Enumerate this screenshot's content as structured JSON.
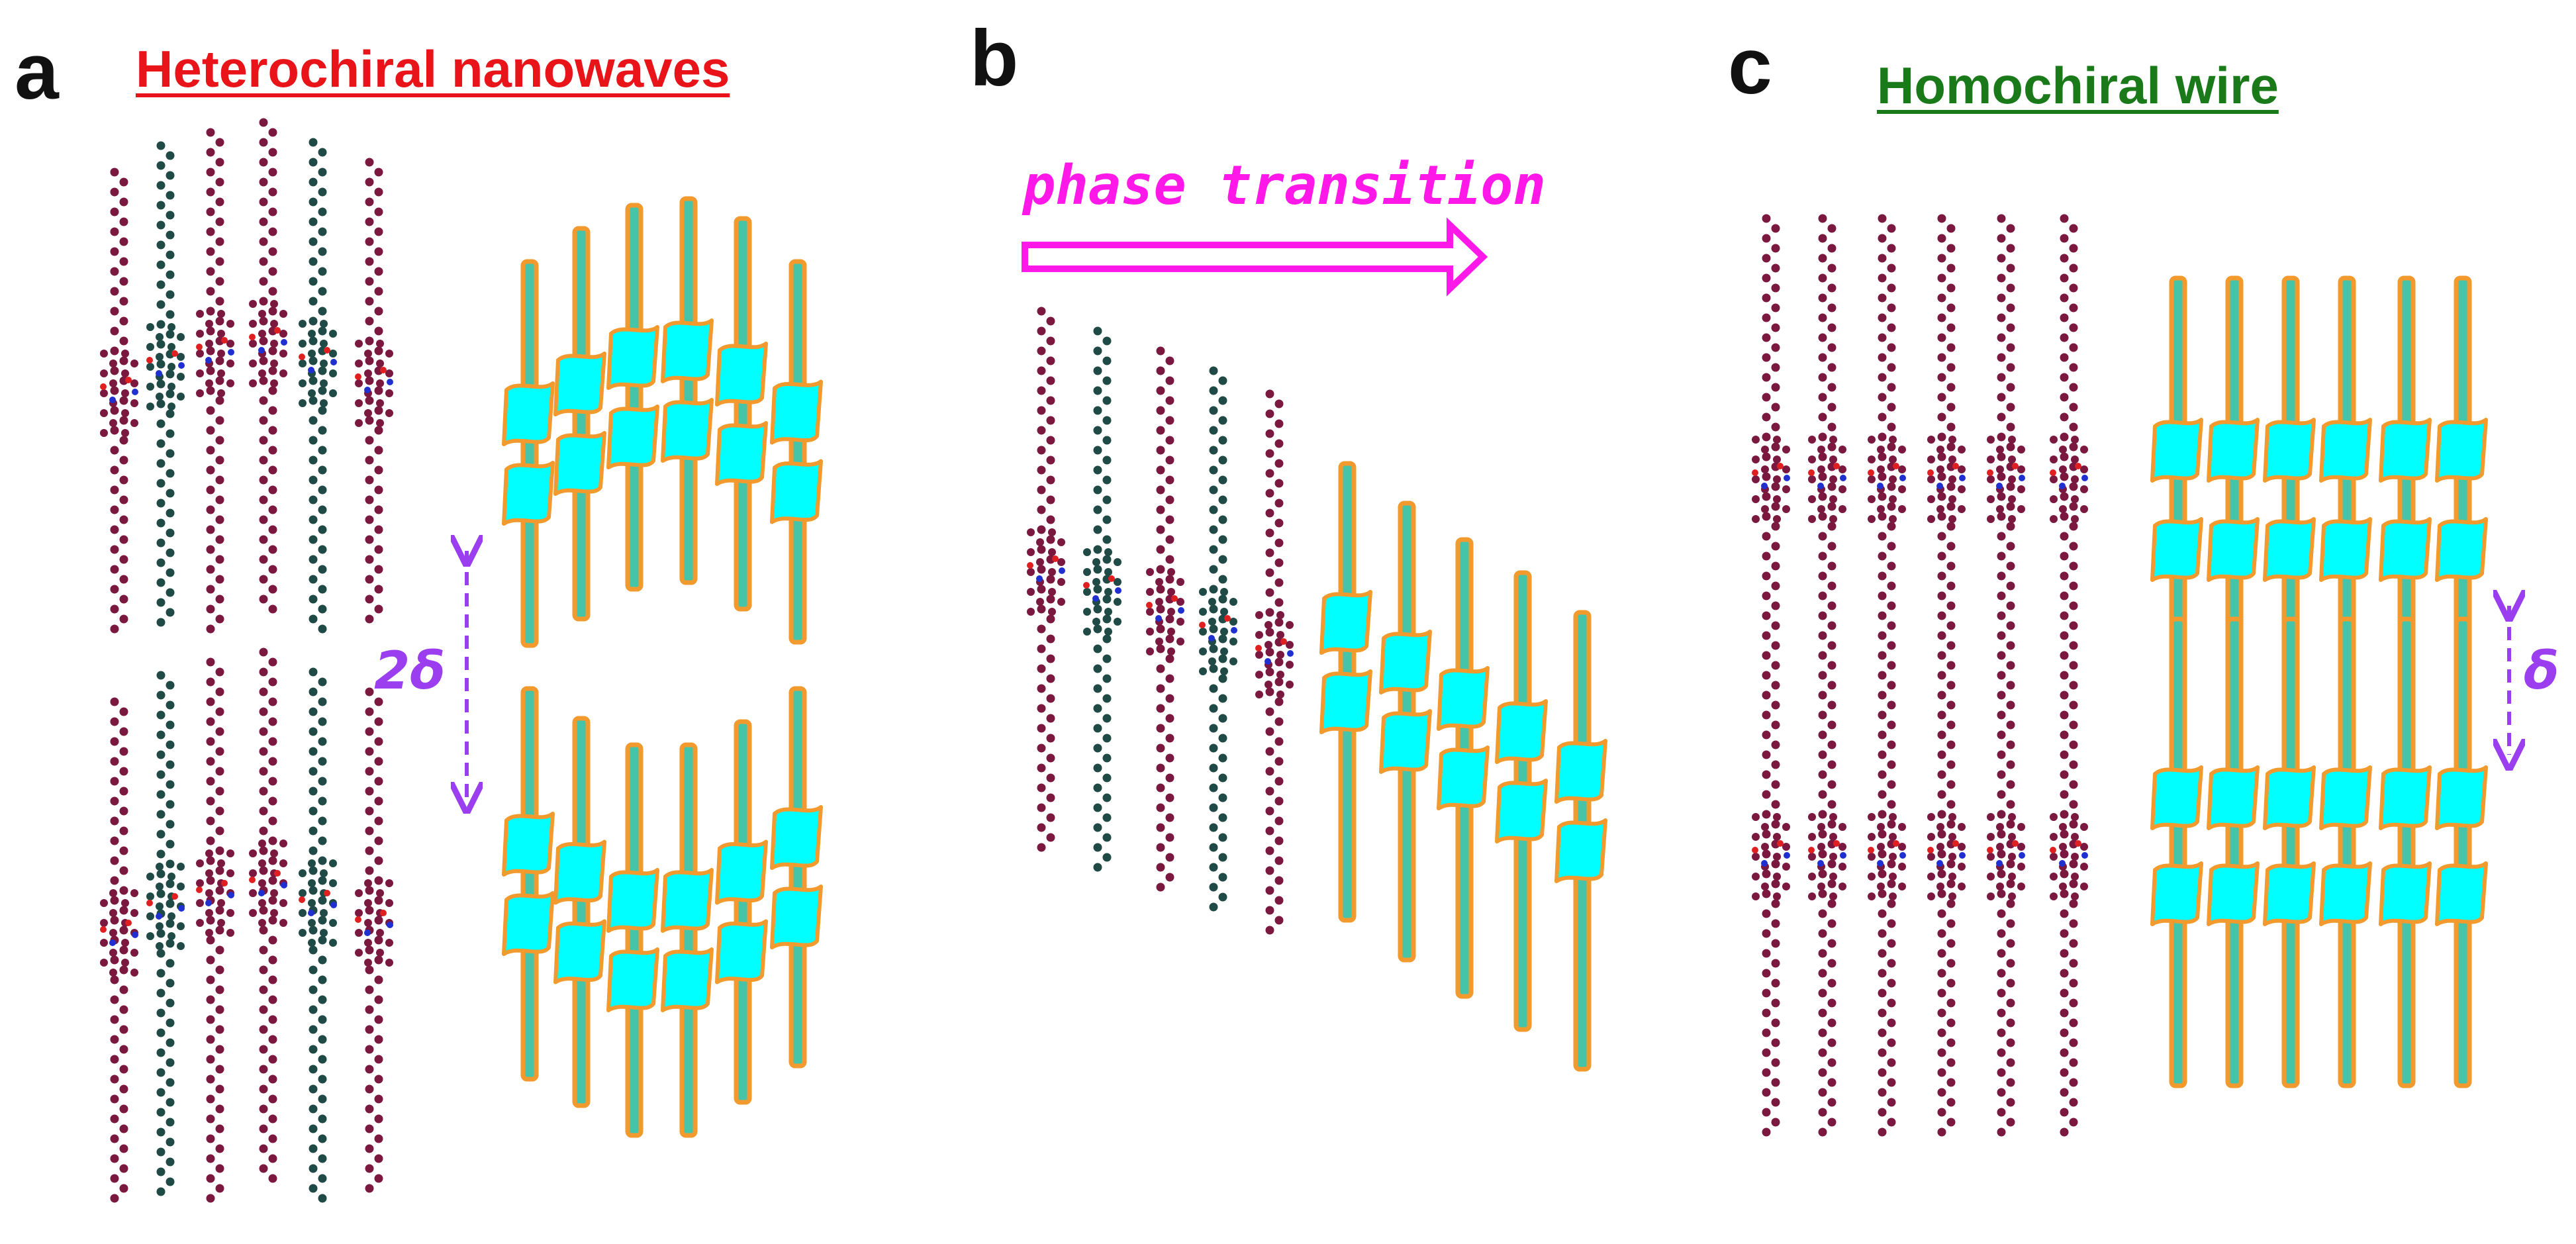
{
  "panels": {
    "a": {
      "letter": "a",
      "title": "Heterochiral nanowaves",
      "delta_label": "2δ"
    },
    "b": {
      "letter": "b",
      "arrow_label": "phase transition"
    },
    "c": {
      "letter": "c",
      "title": "Homochiral wire",
      "delta_label": "δ"
    }
  },
  "colors": {
    "title_a": "#e8141a",
    "title_c": "#1a7a1a",
    "phase_transition": "#ff18e8",
    "delta": "#9a3ef0",
    "rod_fill": "#46c4a8",
    "rod_outline": "#f29a2e",
    "core_fill": "#00ffff",
    "molecule_maroon": "#7a1840",
    "molecule_teal": "#1f4a45",
    "atom_oxygen": "#e02020",
    "atom_nitrogen": "#2030d0"
  }
}
